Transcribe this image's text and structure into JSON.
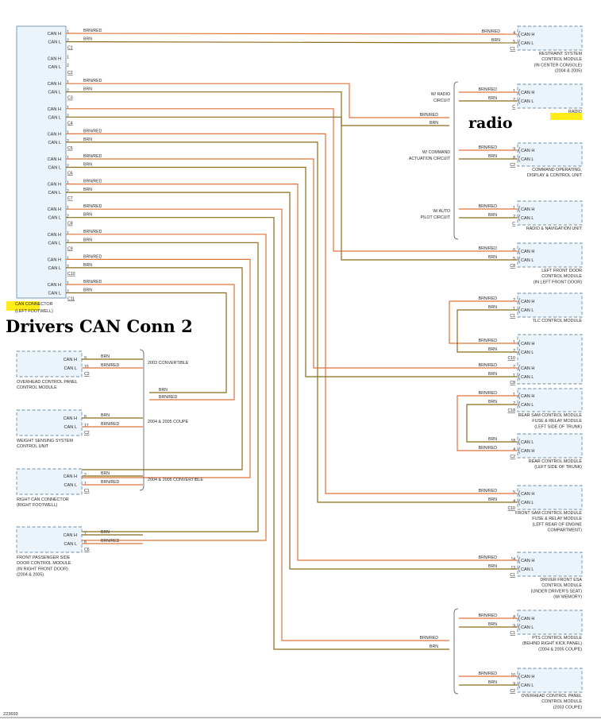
{
  "colors": {
    "brn_red": "#e0733a",
    "brn": "#8a6d1a",
    "box_fill": "#eaf4fa",
    "box_stroke": "#6f8fa8",
    "highlight": "#ffea00",
    "text": "#2a2a2a"
  },
  "annotations": {
    "drivers_title": "Drivers CAN Conn 2",
    "radio_label": "radio"
  },
  "left_connector": {
    "label_lines": [
      "CAN CONNECTOR",
      "(LEFT FOOTWELL)"
    ],
    "groups": [
      {
        "h": "CAN H",
        "l": "CAN L",
        "p1": "1",
        "p2": "2",
        "conn": "C1"
      },
      {
        "h": "CAN H",
        "l": "CAN L",
        "p1": "1",
        "p2": "2",
        "conn": "C2"
      },
      {
        "h": "CAN H",
        "l": "CAN L",
        "p1": "1",
        "p2": "2",
        "conn": "C3"
      },
      {
        "h": "CAN H",
        "l": "CAN L",
        "p1": "1",
        "p2": "2",
        "conn": "C4"
      },
      {
        "h": "CAN H",
        "l": "CAN L",
        "p1": "1",
        "p2": "2",
        "conn": "C5"
      },
      {
        "h": "CAN H",
        "l": "CAN L",
        "p1": "1",
        "p2": "2",
        "conn": "C6"
      },
      {
        "h": "CAN H",
        "l": "CAN L",
        "p1": "1",
        "p2": "2",
        "conn": "C7"
      },
      {
        "h": "CAN H",
        "l": "CAN L",
        "p1": "1",
        "p2": "2",
        "conn": "C8"
      },
      {
        "h": "CAN H",
        "l": "CAN L",
        "p1": "1",
        "p2": "2",
        "conn": "C9"
      },
      {
        "h": "CAN H",
        "l": "CAN L",
        "p1": "1",
        "p2": "2",
        "conn": "C10"
      },
      {
        "h": "CAN H",
        "l": "CAN L",
        "p1": "1",
        "p2": "2",
        "conn": "C11"
      }
    ]
  },
  "right_modules": [
    {
      "pins": [
        "4",
        "5"
      ],
      "conn": "C1",
      "pin_labels": [
        "CAN H",
        "CAN L"
      ],
      "label_lines": [
        "RESTRAINT SYSTEM",
        "CONTROL MODULE",
        "(IN CENTER CONSOLE)",
        "(2004 & 2005)"
      ]
    },
    {
      "pins": [
        "1",
        "2"
      ],
      "conn": "C",
      "pin_labels": [
        "CAN H",
        "CAN L"
      ],
      "label_lines": [
        "RADIO"
      ]
    },
    {
      "pins": [
        "9",
        "8"
      ],
      "conn": "C2",
      "pin_labels": [
        "CAN H",
        "CAN L"
      ],
      "label_lines": [
        "COMMAND OPERATING,",
        "DISPLAY & CONTROL UNIT"
      ]
    },
    {
      "pins": [
        "1",
        "2"
      ],
      "conn": "C",
      "pin_labels": [
        "CAN H",
        "CAN L"
      ],
      "label_lines": [
        "RADIO & NAVIGATION UNIT"
      ]
    },
    {
      "pins": [
        "6",
        "5"
      ],
      "conn": "C8",
      "pin_labels": [
        "CAN H",
        "CAN L"
      ],
      "label_lines": [
        "LEFT FRONT DOOR",
        "CONTROL MODULE",
        "(IN LEFT FRONT DOOR)"
      ]
    },
    {
      "pins": [
        "2",
        "1"
      ],
      "conn": "C1",
      "pin_labels": [
        "CAN H",
        "CAN L"
      ],
      "label_lines": [
        "TLC CONTROL MODULE"
      ]
    },
    {
      "pins": [
        "1",
        "2",
        "2",
        "1"
      ],
      "conn_a": "C10",
      "conn": "C8",
      "pin_labels": [
        "CAN H",
        "CAN L",
        "CAN H",
        "CAN L"
      ],
      "label_lines": []
    },
    {
      "pins": [
        "1",
        "2"
      ],
      "conn": "C18",
      "pin_labels": [
        "CAN H",
        "CAN L"
      ],
      "label_lines": [
        "REAR SAM CONTROL MODULE",
        "FUSE & RELAY MODULE",
        "(LEFT SIDE OF TRUNK)"
      ]
    },
    {
      "pins": [
        "18",
        "4"
      ],
      "conn": "C2",
      "pin_labels": [
        "CAN L",
        "CAN H"
      ],
      "label_lines": [
        "REAR CONTROL MODULE",
        "(LEFT SIDE OF TRUNK)"
      ]
    },
    {
      "pins": [
        "5",
        "4"
      ],
      "conn": "C10",
      "pin_labels": [
        "CAN H",
        "CAN L"
      ],
      "label_lines": [
        "FRONT SAM CONTROL MODULE",
        "FUSE & RELAY MODULE",
        "(LEFT REAR OF ENGINE",
        "COMPARTMENT)"
      ]
    },
    {
      "pins": [
        "14",
        "13"
      ],
      "conn": "C1",
      "pin_labels": [
        "CAN H",
        "CAN L"
      ],
      "label_lines": [
        "DRIVER FRONT ESA",
        "CONTROL MODULE",
        "(UNDER DRIVER'S SEAT)",
        "(W/ MEMORY)"
      ]
    },
    {
      "pins": [
        "8",
        "9"
      ],
      "conn": "C1",
      "pin_labels": [
        "CAN H",
        "CAN L"
      ],
      "label_lines": [
        "PTS CONTROL MODULE",
        "(BEHIND RIGHT KICK PANEL)",
        "(2004 & 2005 COUPE)"
      ]
    },
    {
      "pins": [
        "10",
        "9"
      ],
      "conn": "C2",
      "pin_labels": [
        "CAN H",
        "CAN L"
      ],
      "label_lines": [
        "OVERHEAD CONTROL PANEL",
        "CONTROL MODULE",
        "(2003 COUPE)"
      ]
    }
  ],
  "left_modules": [
    {
      "pins": [
        "9",
        "10"
      ],
      "conn": "C2",
      "wires": [
        "BRN",
        "BRN/RED"
      ],
      "variant": "2003 CONVERTIBLE",
      "label_lines": [
        "OVERHEAD CONTROL PANEL",
        "CONTROL MODULE"
      ]
    },
    {
      "pins": [
        "8",
        "17"
      ],
      "conn": "C2",
      "wires": [
        "BRN",
        "BRN/RED"
      ],
      "variant": "2004 & 2005 COUPE",
      "label_lines": [
        "WEIGHT SENSING SYSTEM",
        "CONTROL UNIT"
      ]
    },
    {
      "pins": [
        "2",
        "1"
      ],
      "conn": "C1",
      "wires": [
        "BRN",
        "BRN/RED"
      ],
      "variant": "2004 & 2005 CONVERTIBLE",
      "label_lines": [
        "RIGHT CAN CONNECTOR",
        "(RIGHT FOOTWELL)"
      ]
    },
    {
      "pins": [
        "7",
        "8"
      ],
      "conn": "C6",
      "wires": [
        "BRN",
        "BRN/RED"
      ],
      "variant": "",
      "label_lines": [
        "FRONT PASSENGER SIDE",
        "DOOR CONTROL MODULE",
        "(IN RIGHT FRONT DOOR)",
        "(2004 & 2005)"
      ]
    }
  ],
  "wire_labels": {
    "brn_red": "BRN/RED",
    "brn": "BRN"
  },
  "circuit_notes": [
    {
      "lines": [
        "W/ RADIO",
        "CIRCUIT"
      ]
    },
    {
      "lines": [
        "W/ COMMAND",
        "ACTUATION CIRCUIT"
      ]
    },
    {
      "lines": [
        "W/ AUTO",
        "PILOT CIRCUIT"
      ]
    }
  ],
  "convertible_junction": {
    "wires": [
      "BRN",
      "BRN/RED"
    ]
  },
  "figure_id": "223693"
}
